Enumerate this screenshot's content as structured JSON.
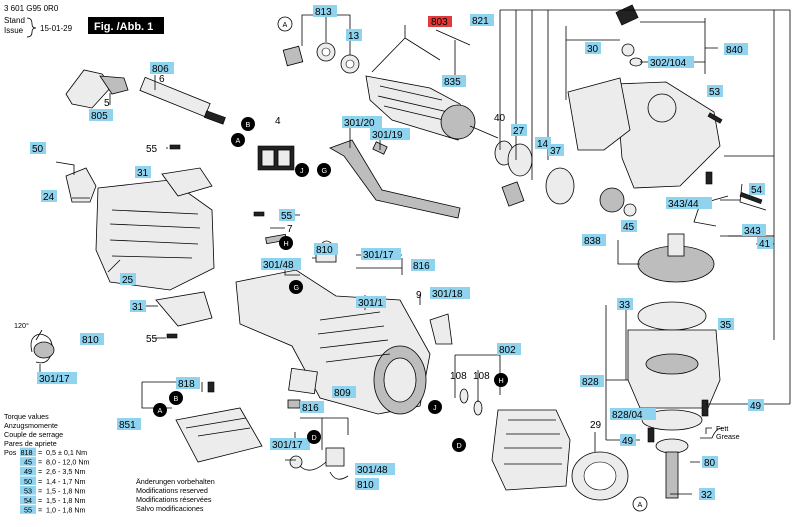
{
  "header": {
    "doc_number": "3 601 G95 0R0",
    "stand_label": "Stand",
    "issue_label": "Issue",
    "issue_date": "15-01-29",
    "fig_label": "Fig. /Abb. 1"
  },
  "callouts": {
    "c813": "813",
    "c803": "803",
    "c821": "821",
    "c840": "840",
    "c302_104": "302/104",
    "c30": "30",
    "c13": "13",
    "c835": "835",
    "c806": "806",
    "c6": "6",
    "c5": "5",
    "c805": "805",
    "c4": "4",
    "c301_20": "301/20",
    "c301_19": "301/19",
    "c40": "40",
    "c27": "27",
    "c14": "14",
    "c37": "37",
    "c53": "53",
    "c50": "50",
    "c55a": "55",
    "c31a": "31",
    "c24": "24",
    "c25": "25",
    "c55b": "55",
    "c7": "7",
    "c810a": "810",
    "c301_17a": "301/17",
    "c816a": "816",
    "c301_48a": "301/48",
    "c9": "9",
    "c301_18": "301/18",
    "c301_1": "301/1",
    "c31b": "31",
    "c55c": "55",
    "c810b": "810",
    "c301_17b": "301/17",
    "c818": "818",
    "c851": "851",
    "c816b": "816",
    "c809": "809",
    "c802": "802",
    "c108a": "108",
    "c108b": "108",
    "c301_17c": "301/17",
    "c301_48b": "301/48",
    "c810c": "810",
    "c838": "838",
    "c45": "45",
    "c54": "54",
    "c343_44": "343/44",
    "c343": "343",
    "c41": "41",
    "c33": "33",
    "c35": "35",
    "c828": "828",
    "c828_04": "828/04",
    "c49a": "49",
    "c49b": "49",
    "c29": "29",
    "c80": "80",
    "c32": "32"
  },
  "circle_letters": {
    "a1": "A",
    "b1": "B",
    "a2": "A",
    "j1": "J",
    "g1": "G",
    "h1": "H",
    "g2": "G",
    "a3": "A",
    "b2": "B",
    "d1": "D",
    "j2": "J",
    "h2": "H",
    "d2": "D",
    "a4": "A"
  },
  "angle_label": "120°",
  "grease": {
    "fett": "Fett",
    "grease": "Grease"
  },
  "torque": {
    "titles": [
      "Torque values",
      "Anzugsmomente",
      "Couple de serrage",
      "Pares de apriete"
    ],
    "pos_label": "Pos",
    "rows": [
      {
        "pos": "818",
        "value": "0,5 ± 0,1 Nm"
      },
      {
        "pos": "45",
        "value": "8,0 - 12,0 Nm"
      },
      {
        "pos": "49",
        "value": "2,6 - 3,5 Nm"
      },
      {
        "pos": "50",
        "value": "1,4 - 1,7 Nm"
      },
      {
        "pos": "53",
        "value": "1,5 - 1,8 Nm"
      },
      {
        "pos": "54",
        "value": "1,5 - 1,8 Nm"
      },
      {
        "pos": "55",
        "value": "1,0 - 1,8 Nm"
      }
    ]
  },
  "changes": [
    "Änderungen vorbehalten",
    "Modifications reserved",
    "Modifications réservées",
    "Salvo modificaciones"
  ],
  "colors": {
    "tag": "#8fd3ef",
    "tag_highlight": "#e23a3a"
  }
}
